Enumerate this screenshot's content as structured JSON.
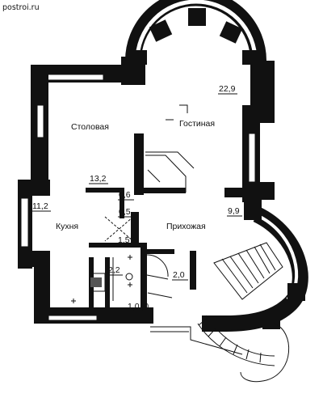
{
  "watermark": "postroi.ru",
  "rooms": [
    {
      "key": "living",
      "name": "Гостиная",
      "area": "22,9"
    },
    {
      "key": "dining",
      "name": "Столовая",
      "area": "13,2"
    },
    {
      "key": "kitchen",
      "name": "Кухня",
      "area": "11,2"
    },
    {
      "key": "hall",
      "name": "Прихожая",
      "area": "9,9"
    },
    {
      "key": "closet",
      "name": "",
      "area": "0,6"
    },
    {
      "key": "pantry",
      "name": "",
      "area": "0,5"
    },
    {
      "key": "corridor",
      "name": "",
      "area": "1,5"
    },
    {
      "key": "wc",
      "name": "",
      "area": "2,2"
    },
    {
      "key": "vestibule",
      "name": "",
      "area": "2,0"
    }
  ],
  "partial_label": "1,0  ,0"
}
